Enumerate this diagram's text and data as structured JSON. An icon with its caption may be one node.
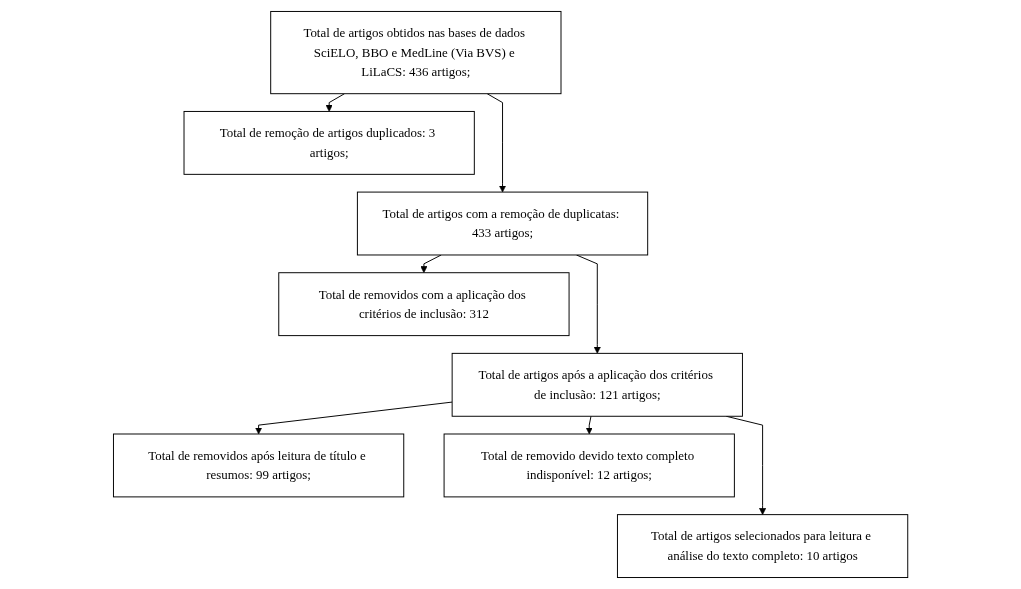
{
  "diagram": {
    "nodes": [
      {
        "text": [
          "Total de artigos obtidos nas bases de dados SciELO, BBO e MedLine (Via BVS) e LiLaCS: 436 artigos;"
        ]
      },
      {
        "text": [
          "Total de remoção de artigos duplicados: 3 artigos;"
        ]
      },
      {
        "text": [
          "Total de artigos com a remoção de duplicatas: 433 artigos;"
        ]
      },
      {
        "text": [
          "Total de removidos com a aplicação dos critérios de inclusão: 312"
        ]
      },
      {
        "text": [
          "Total de artigos após a aplicação dos critérios de inclusão: 121 artigos;"
        ]
      },
      {
        "text": [
          "Total de removidos após leitura de título e resumos: 99 artigos;"
        ]
      },
      {
        "text": [
          "Total de removido devido texto completo indisponível: 12 artigos;"
        ]
      },
      {
        "text": [
          "Total de artigos selecionados para leitura e análise do texto completo: 10 artigos"
        ]
      }
    ],
    "edges": [
      {
        "from": 0,
        "to": 2,
        "arrow": "to"
      },
      {
        "from": 0,
        "to": 1,
        "arrow": "to"
      },
      {
        "from": 2,
        "to": 4,
        "arrow": "to"
      },
      {
        "from": 2,
        "to": 3,
        "arrow": "to"
      },
      {
        "from": 4,
        "to": 7,
        "arrow": "to"
      },
      {
        "from": 4,
        "to": 5,
        "arrow": "to"
      },
      {
        "from": 4,
        "to": 6,
        "arrow": "to"
      }
    ]
  }
}
